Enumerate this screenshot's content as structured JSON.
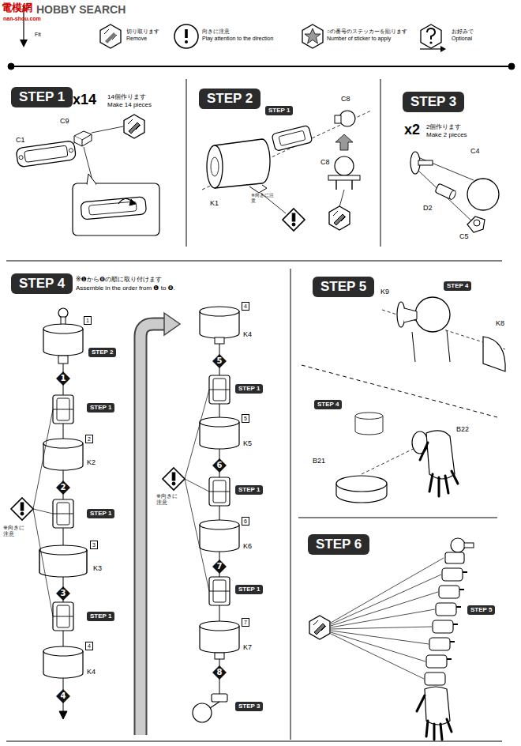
{
  "diagram": {
    "nodes": [
      {
        "text": [
          "STEP 1"
        ]
      },
      {
        "text": [
          "STEP 2"
        ]
      },
      {
        "text": [
          "STEP 1"
        ]
      },
      {
        "text": [
          "STEP 3"
        ]
      },
      {
        "text": [
          "STEP 4"
        ]
      },
      {
        "text": [
          "1"
        ]
      },
      {
        "text": [
          "STEP 2"
        ]
      },
      {
        "text": [
          "1"
        ]
      },
      {
        "text": [
          "STEP 1"
        ]
      },
      {
        "text": [
          "2"
        ]
      },
      {
        "text": [
          "2"
        ]
      },
      {
        "text": [
          "STEP 1"
        ]
      },
      {
        "text": [
          "3"
        ]
      },
      {
        "text": [
          "3"
        ]
      },
      {
        "text": [
          "STEP 1"
        ]
      },
      {
        "text": [
          "4"
        ]
      },
      {
        "text": [
          "4"
        ]
      },
      {
        "text": [
          "4"
        ]
      },
      {
        "text": [
          "5"
        ]
      },
      {
        "text": [
          "STEP 1"
        ]
      },
      {
        "text": [
          "5"
        ]
      },
      {
        "text": [
          "6"
        ]
      },
      {
        "text": [
          "STEP 1"
        ]
      },
      {
        "text": [
          "6"
        ]
      },
      {
        "text": [
          "7"
        ]
      },
      {
        "text": [
          "STEP 1"
        ]
      },
      {
        "text": [
          "7"
        ]
      },
      {
        "text": [
          "8"
        ]
      },
      {
        "text": [
          "STEP 3"
        ]
      },
      {
        "text": [
          "STEP 5"
        ]
      },
      {
        "text": [
          "STEP 4"
        ]
      },
      {
        "text": [
          "STEP 4"
        ]
      },
      {
        "text": [
          "STEP 6"
        ]
      },
      {
        "text": [
          "STEP 5"
        ]
      }
    ],
    "labels": [
      "電模網",
      "HOBBY SEARCH",
      "nan-shou.com",
      "Fit",
      "切り取ります",
      "Remove",
      "向きに注意",
      "Play attention to the direction",
      "○の番号のステッカーを貼ります",
      "Number of sticker to apply",
      "お好みで",
      "Optional",
      "x14",
      "14個作ります",
      "Make 14 pieces",
      "C9",
      "C1",
      "C8",
      "C8",
      "K1",
      "※向きに注意",
      "x2",
      "2個作ります",
      "Make 2 pieces",
      "C4",
      "D2",
      "C5",
      "※❶から❽の順に取り付けます",
      "Assemble in the order from ❶ to ❽.",
      "K2",
      "K3",
      "K4",
      "※向きに注意",
      "K4",
      "K5",
      "K6",
      "K7",
      "※向きに注意",
      "K9",
      "K8",
      "B22",
      "B21"
    ]
  }
}
